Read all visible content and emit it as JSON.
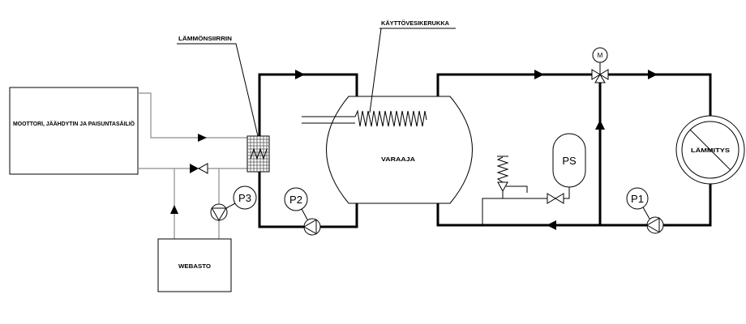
{
  "components": {
    "engine": {
      "label": "MOOTTORI, JÄÄHDYTIN JA PAISUNTASÄILIÖ"
    },
    "webasto": {
      "label": "WEBASTO"
    },
    "heat_exchanger": {
      "label": "LÄMMÖNSIIRRIN"
    },
    "tank": {
      "label": "VARAAJA"
    },
    "coil": {
      "label": "KÄYTTÖVESIKERUKKA"
    },
    "expansion_vessel": {
      "label": "PS"
    },
    "heating": {
      "label": "LÄMMITYS"
    },
    "valve_motor": {
      "label": "M"
    }
  },
  "pumps": [
    {
      "label": "P1"
    },
    {
      "label": "P2"
    },
    {
      "label": "P3"
    }
  ],
  "symbols": {
    "flow_arrow": "flow-arrow-icon",
    "pump": "pump-icon",
    "check_valve": "check-valve-icon",
    "shutoff_valve": "shutoff-valve-icon",
    "three_way_valve": "three-way-valve-icon",
    "safety_valve": "safety-valve-icon",
    "heat_exchanger": "heat-exchanger-icon",
    "heating_unit": "heating-unit-icon"
  },
  "colors": {
    "line": "#000000",
    "secondary_line": "#8c8c8c",
    "hatch": "#555555",
    "background": "#ffffff"
  }
}
